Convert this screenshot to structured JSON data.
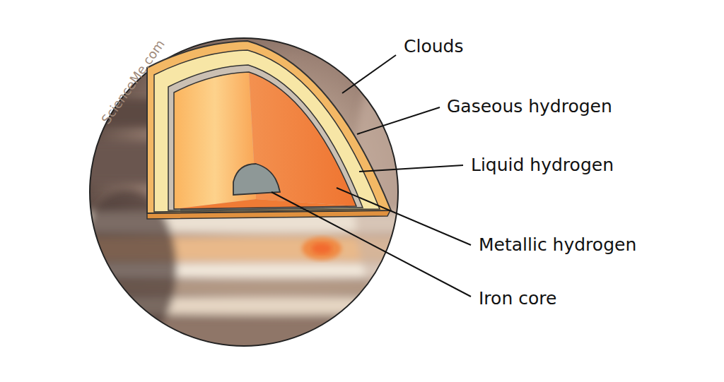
{
  "diagram": {
    "labels": [
      "Clouds",
      "Gaseous hydrogen",
      "Liquid hydrogen",
      "Metallic hydrogen",
      "Iron core",
      "ScienceMe.com"
    ]
  }
}
